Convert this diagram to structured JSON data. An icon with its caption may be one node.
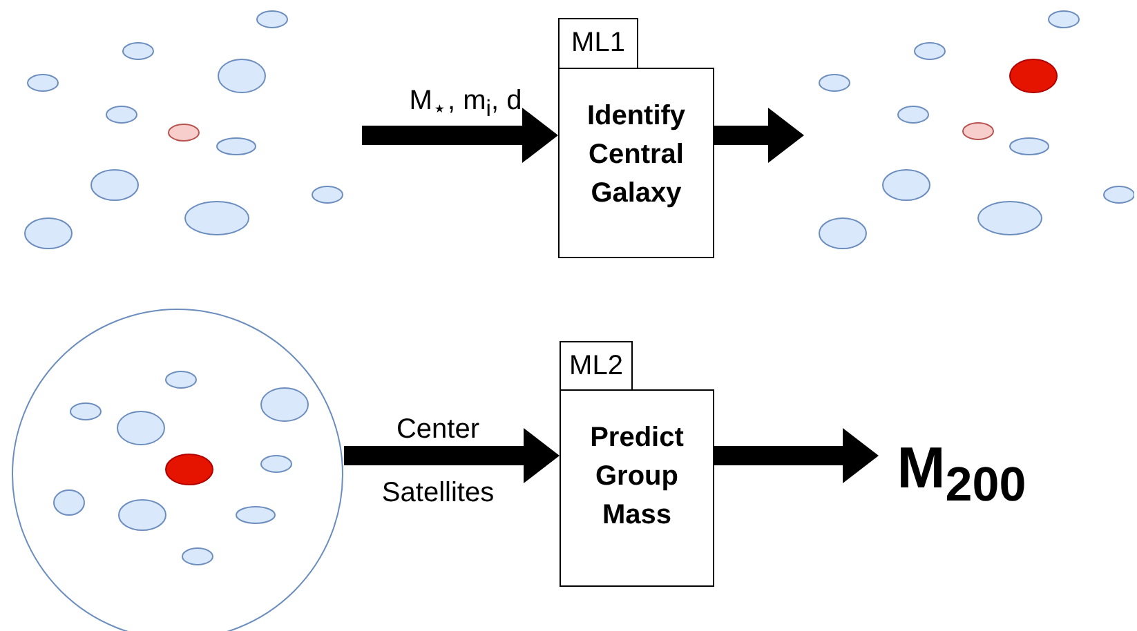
{
  "diagram": {
    "nodes": [
      {
        "text": [],
        "shape": "picture"
      },
      {
        "text": [
          "ML1",
          "Identify Central Galaxy"
        ]
      },
      {
        "text": [],
        "shape": "picture"
      },
      {
        "text": [],
        "shape": "circle"
      },
      {
        "text": [
          "ML2",
          "Predict Group Mass"
        ]
      },
      {
        "text": [
          "M$_{200}$"
        ]
      }
    ],
    "edges": [
      {
        "from": 0,
        "to": 1,
        "arrow": "to",
        "label": "M$_{⋆}$, m$_{i}$, d"
      },
      {
        "from": 1,
        "to": 2,
        "arrow": "to"
      },
      {
        "from": 3,
        "to": 4,
        "arrow": "to",
        "label": "Center Satellites"
      },
      {
        "from": 4,
        "to": 5,
        "arrow": "to"
      }
    ]
  }
}
